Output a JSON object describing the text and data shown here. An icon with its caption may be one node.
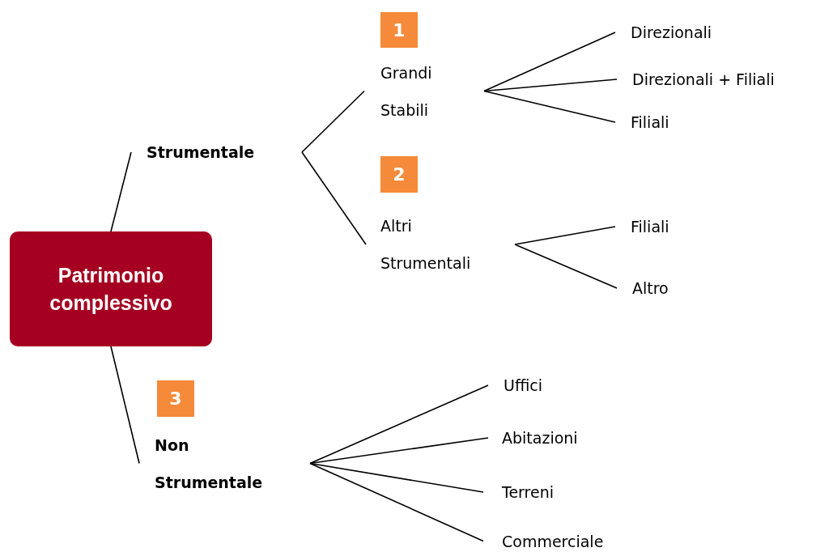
{
  "diagram": {
    "nodes": [
      {
        "text": [
          "Patrimonio complessivo"
        ]
      },
      {
        "text": [
          "Strumentale"
        ]
      },
      {
        "text": [
          "1"
        ]
      },
      {
        "text": [
          "Grandi Stabili"
        ]
      },
      {
        "text": [
          "Direzionali"
        ]
      },
      {
        "text": [
          "Direzionali + Filiali"
        ]
      },
      {
        "text": [
          "Filiali"
        ]
      },
      {
        "text": [
          "2"
        ]
      },
      {
        "text": [
          "Altri Strumentali"
        ]
      },
      {
        "text": [
          "Filiali"
        ]
      },
      {
        "text": [
          "Altro"
        ]
      },
      {
        "text": [
          "3"
        ]
      },
      {
        "text": [
          "Non Strumentale"
        ]
      },
      {
        "text": [
          "Uffici"
        ]
      },
      {
        "text": [
          "Abitazioni"
        ]
      },
      {
        "text": [
          "Terreni"
        ]
      },
      {
        "text": [
          "Commerciale"
        ]
      }
    ],
    "edges": [
      {
        "from": 0,
        "to": 1,
        "arrow": "none"
      },
      {
        "from": 0,
        "to": 12,
        "arrow": "none"
      },
      {
        "from": 1,
        "to": 3,
        "arrow": "none"
      },
      {
        "from": 1,
        "to": 8,
        "arrow": "none"
      },
      {
        "from": 3,
        "to": 4,
        "arrow": "none"
      },
      {
        "from": 3,
        "to": 5,
        "arrow": "none"
      },
      {
        "from": 3,
        "to": 6,
        "arrow": "none"
      },
      {
        "from": 8,
        "to": 9,
        "arrow": "none"
      },
      {
        "from": 8,
        "to": 10,
        "arrow": "none"
      },
      {
        "from": 12,
        "to": 13,
        "arrow": "none"
      },
      {
        "from": 12,
        "to": 14,
        "arrow": "none"
      },
      {
        "from": 12,
        "to": 15,
        "arrow": "none"
      },
      {
        "from": 12,
        "to": 16,
        "arrow": "none"
      }
    ]
  }
}
